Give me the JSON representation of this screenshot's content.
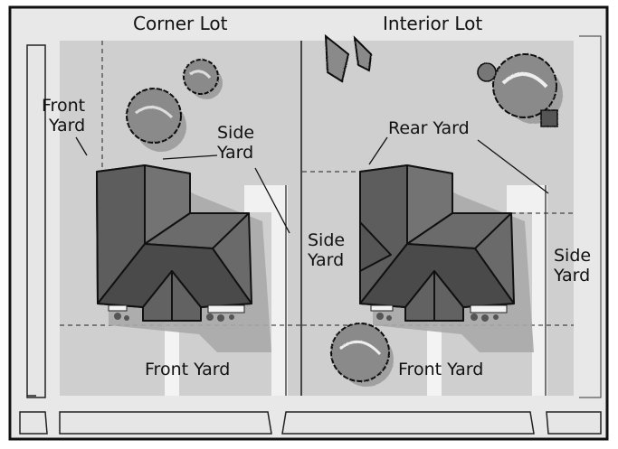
{
  "lots": {
    "corner": {
      "title": "Corner Lot"
    },
    "interior": {
      "title": "Interior Lot"
    }
  },
  "labels": {
    "corner_front_yard_side": {
      "line1": "Front",
      "line2": "Yard"
    },
    "corner_side_yard": {
      "line1": "Side",
      "line2": "Yard"
    },
    "corner_front_yard": "Front Yard",
    "interior_rear_yard": "Rear Yard",
    "interior_side_yard_left": {
      "line1": "Side",
      "line2": "Yard"
    },
    "interior_side_yard_right": {
      "line1": "Side",
      "line2": "Yard"
    },
    "interior_front_yard": "Front Yard"
  },
  "colors": {
    "lot_fill": "#cfcfcf",
    "street": "#e6e6e6",
    "roof_light": "#6a6a6a",
    "roof_mid": "#595959",
    "roof_dark": "#444444",
    "shadow": "#a9a9a9",
    "tree": "#8a8a8a",
    "outline": "#111111"
  },
  "icons": [
    "tree-icon",
    "house-roof-icon"
  ]
}
